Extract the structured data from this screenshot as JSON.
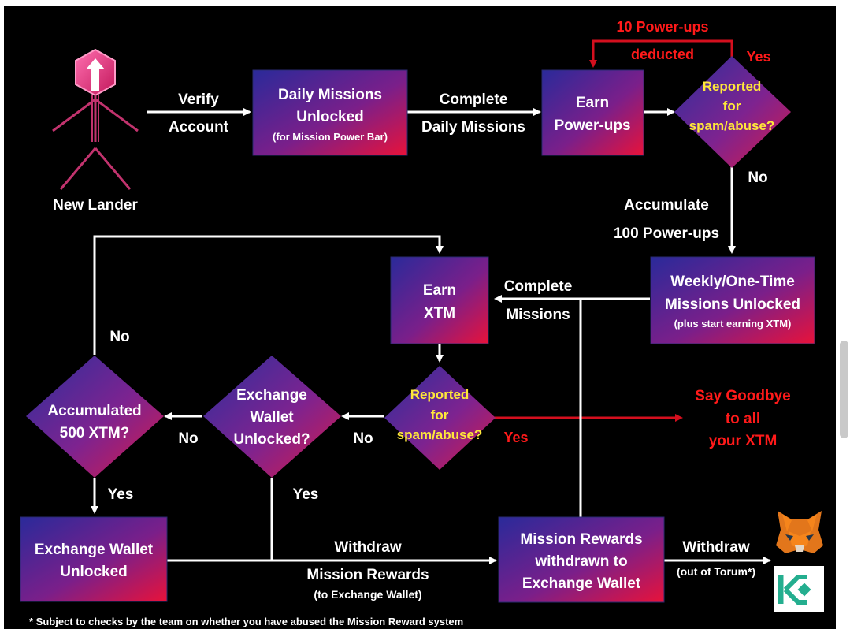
{
  "colors": {
    "background": "#000000",
    "box_gradient_start": "#3b2a9e",
    "box_gradient_end": "#e0103a",
    "arrow_normal": "#ffffff",
    "arrow_penalty": "#d40f1e",
    "question_text": "#ffe83a",
    "penalty_text": "#ff1a1a",
    "label_text": "#ffffff",
    "figure": "#c2336e"
  },
  "icons": {
    "new_lander": "torum-stick-figure-icon",
    "metamask": "metamask-fox-icon",
    "kucoin": "kucoin-logo-icon"
  },
  "start": {
    "label": "New Lander"
  },
  "boxes": {
    "daily_missions": {
      "line1": "Daily Missions",
      "line2": "Unlocked",
      "sub": "(for Mission Power Bar)"
    },
    "earn_powerups": {
      "line1": "Earn",
      "line2": "Power-ups"
    },
    "weekly_missions": {
      "line1": "Weekly/One-Time",
      "line2": "Missions  Unlocked",
      "sub": "(plus start earning XTM)"
    },
    "earn_xtm": {
      "line1": "Earn",
      "line2": "XTM"
    },
    "exchange_wallet": {
      "line1": "Exchange Wallet",
      "line2": "Unlocked"
    },
    "mission_rewards": {
      "line1": "Mission  Rewards",
      "line2": "withdrawn to",
      "line3": "Exchange Wallet"
    }
  },
  "decisions": {
    "reported_top": {
      "line1": "Reported",
      "line2": "for",
      "line3": "spam/abuse?"
    },
    "reported_mid": {
      "line1": "Reported",
      "line2": "for",
      "line3": "spam/abuse?"
    },
    "exchange_unlocked": {
      "line1": "Exchange",
      "line2": "Wallet",
      "line3": "Unlocked?"
    },
    "accumulated": {
      "line1": "Accumulated",
      "line2": "500 XTM?"
    }
  },
  "labels": {
    "verify": {
      "line1": "Verify",
      "line2": "Account"
    },
    "complete_daily": {
      "line1": "Complete",
      "line2": "Daily Missions"
    },
    "penalty_top": {
      "line1": "10 Power-ups",
      "line2": "deducted"
    },
    "yes_top": "Yes",
    "no_top": "No",
    "accumulate_100": {
      "line1": "Accumulate",
      "line2": "100 Power-ups"
    },
    "complete_missions": {
      "line1": "Complete",
      "line2": "Missions"
    },
    "yes_mid": "Yes",
    "goodbye": {
      "line1": "Say Goodbye",
      "line2": "to all",
      "line3": "your XTM"
    },
    "no_mid": "No",
    "no_exchange": "No",
    "yes_exchange": "Yes",
    "no_accumulated": "No",
    "yes_accumulated": "Yes",
    "withdraw_mission": {
      "line1": "Withdraw",
      "line2": "Mission  Rewards",
      "line3": "(to Exchange Wallet)"
    },
    "withdraw_out": {
      "line1": "Withdraw",
      "line2": "(out of Torum*)"
    }
  },
  "footnote": "* Subject to checks by the team on whether you have abused the Mission Reward system"
}
